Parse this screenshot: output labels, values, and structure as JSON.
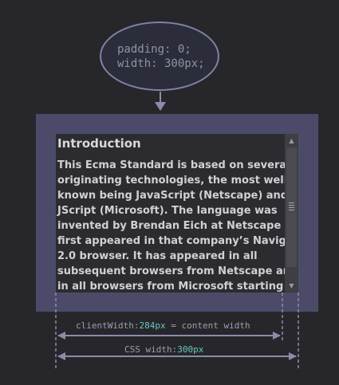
{
  "callout": {
    "line1": "padding: 0;",
    "line2": "width: 300px;"
  },
  "content": {
    "heading": "Introduction",
    "lines": [
      "This Ecma Standard is based on several",
      "originating technologies, the most well",
      "known being JavaScript (Netscape) and",
      "JScript (Microsoft). The language was",
      "invented by Brendan Eich at Netscape and",
      "first appeared in that company’s Navigator",
      "2.0 browser. It has appeared in all",
      "subsequent browsers from Netscape and",
      "in all browsers from Microsoft starting with"
    ]
  },
  "scrollbar": {
    "up_arrow": "▲",
    "down_arrow": "▼"
  },
  "dimensions": {
    "client_width": {
      "prefix": "clientWidth:",
      "value": "284px",
      "suffix": " = content width"
    },
    "css_width": {
      "prefix": "CSS width:",
      "value": "300px"
    }
  },
  "colors": {
    "background": "#27272b",
    "outer_box": "#4b4b69",
    "scroll_area": "#2c2c30",
    "line": "#8a8caa",
    "value_accent": "#67c7bd"
  }
}
